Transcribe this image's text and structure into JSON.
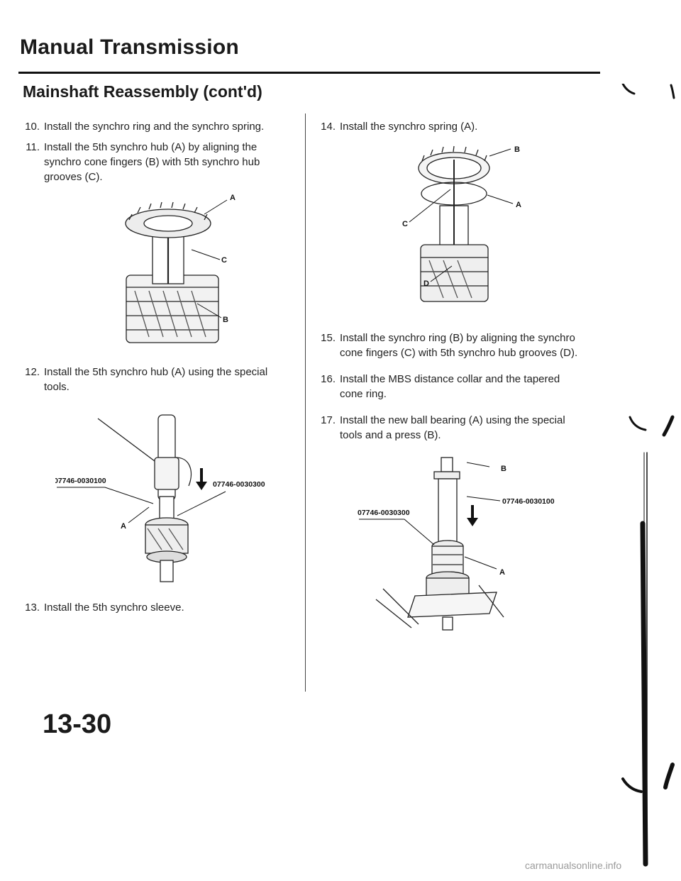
{
  "header": {
    "title": "Manual Transmission",
    "subtitle": "Mainshaft Reassembly (cont'd)"
  },
  "steps": [
    {
      "num": "10.",
      "lines": [
        "Install the synchro ring and the synchro spring."
      ]
    },
    {
      "num": "11.",
      "lines": [
        "Install the 5th synchro hub (A) by aligning the",
        "synchro cone fingers (B) with 5th synchro hub",
        "grooves (C)."
      ]
    },
    {
      "num": "12.",
      "lines": [
        "Install the 5th synchro hub (A) using the special",
        "tools."
      ]
    },
    {
      "num": "13.",
      "lines": [
        "Install the 5th synchro sleeve."
      ]
    },
    {
      "num": "14.",
      "lines": [
        "Install the synchro spring (A)."
      ]
    },
    {
      "num": "15.",
      "lines": [
        "Install the synchro ring (B) by aligning the synchro",
        "cone fingers (C) with 5th synchro hub grooves (D)."
      ]
    },
    {
      "num": "16.",
      "lines": [
        "Install the MBS distance collar and the tapered",
        "cone ring."
      ]
    },
    {
      "num": "17.",
      "lines": [
        "Install the new ball bearing (A) using the special",
        "tools and a press (B)."
      ]
    }
  ],
  "figures": {
    "fig1": {
      "labels": [
        "A",
        "C",
        "B"
      ]
    },
    "fig2": {
      "labels": [
        "07746-0030100",
        "07746-0030300",
        "A"
      ]
    },
    "fig3": {
      "labels": [
        "B",
        "A",
        "C",
        "D"
      ]
    },
    "fig4": {
      "labels": [
        "B",
        "07746-0030100",
        "07746-0030300",
        "A"
      ]
    }
  },
  "page_number": "13-30",
  "watermark": "carmanualsonline.info"
}
